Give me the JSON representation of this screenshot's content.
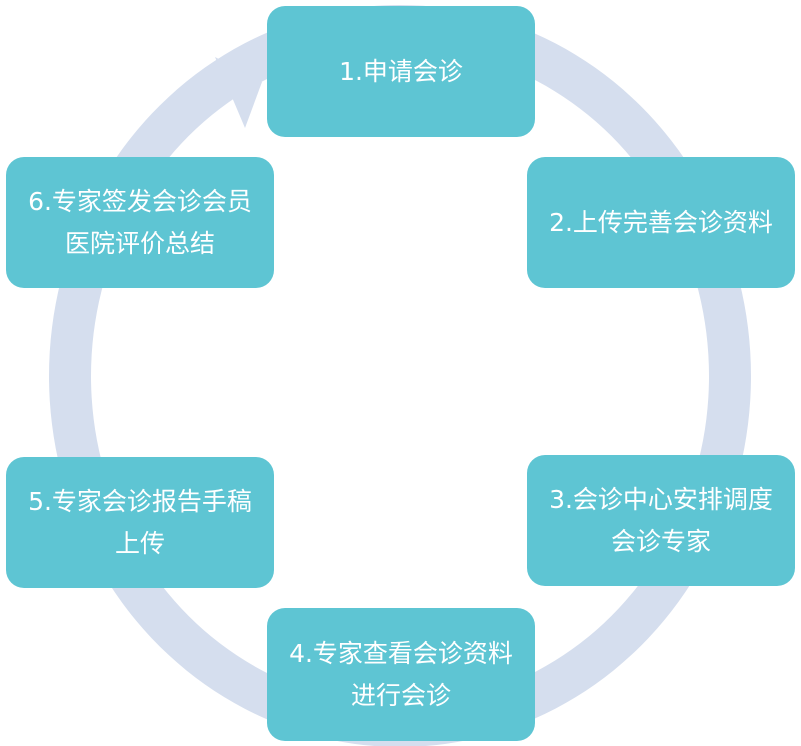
{
  "diagram": {
    "type": "cycle",
    "ring_color": "#d5deee",
    "box_color": "#5ec5d3",
    "text_color": "#ffffff",
    "steps": [
      {
        "label": "1.申请会诊"
      },
      {
        "label": "2.上传完善会诊资料"
      },
      {
        "label": "3.会诊中心安排调度会诊专家"
      },
      {
        "label": "4.专家查看会诊资料进行会诊"
      },
      {
        "label": "5.专家会诊报告手稿上传"
      },
      {
        "label": "6.专家签发会诊会员医院评价总结"
      }
    ]
  }
}
